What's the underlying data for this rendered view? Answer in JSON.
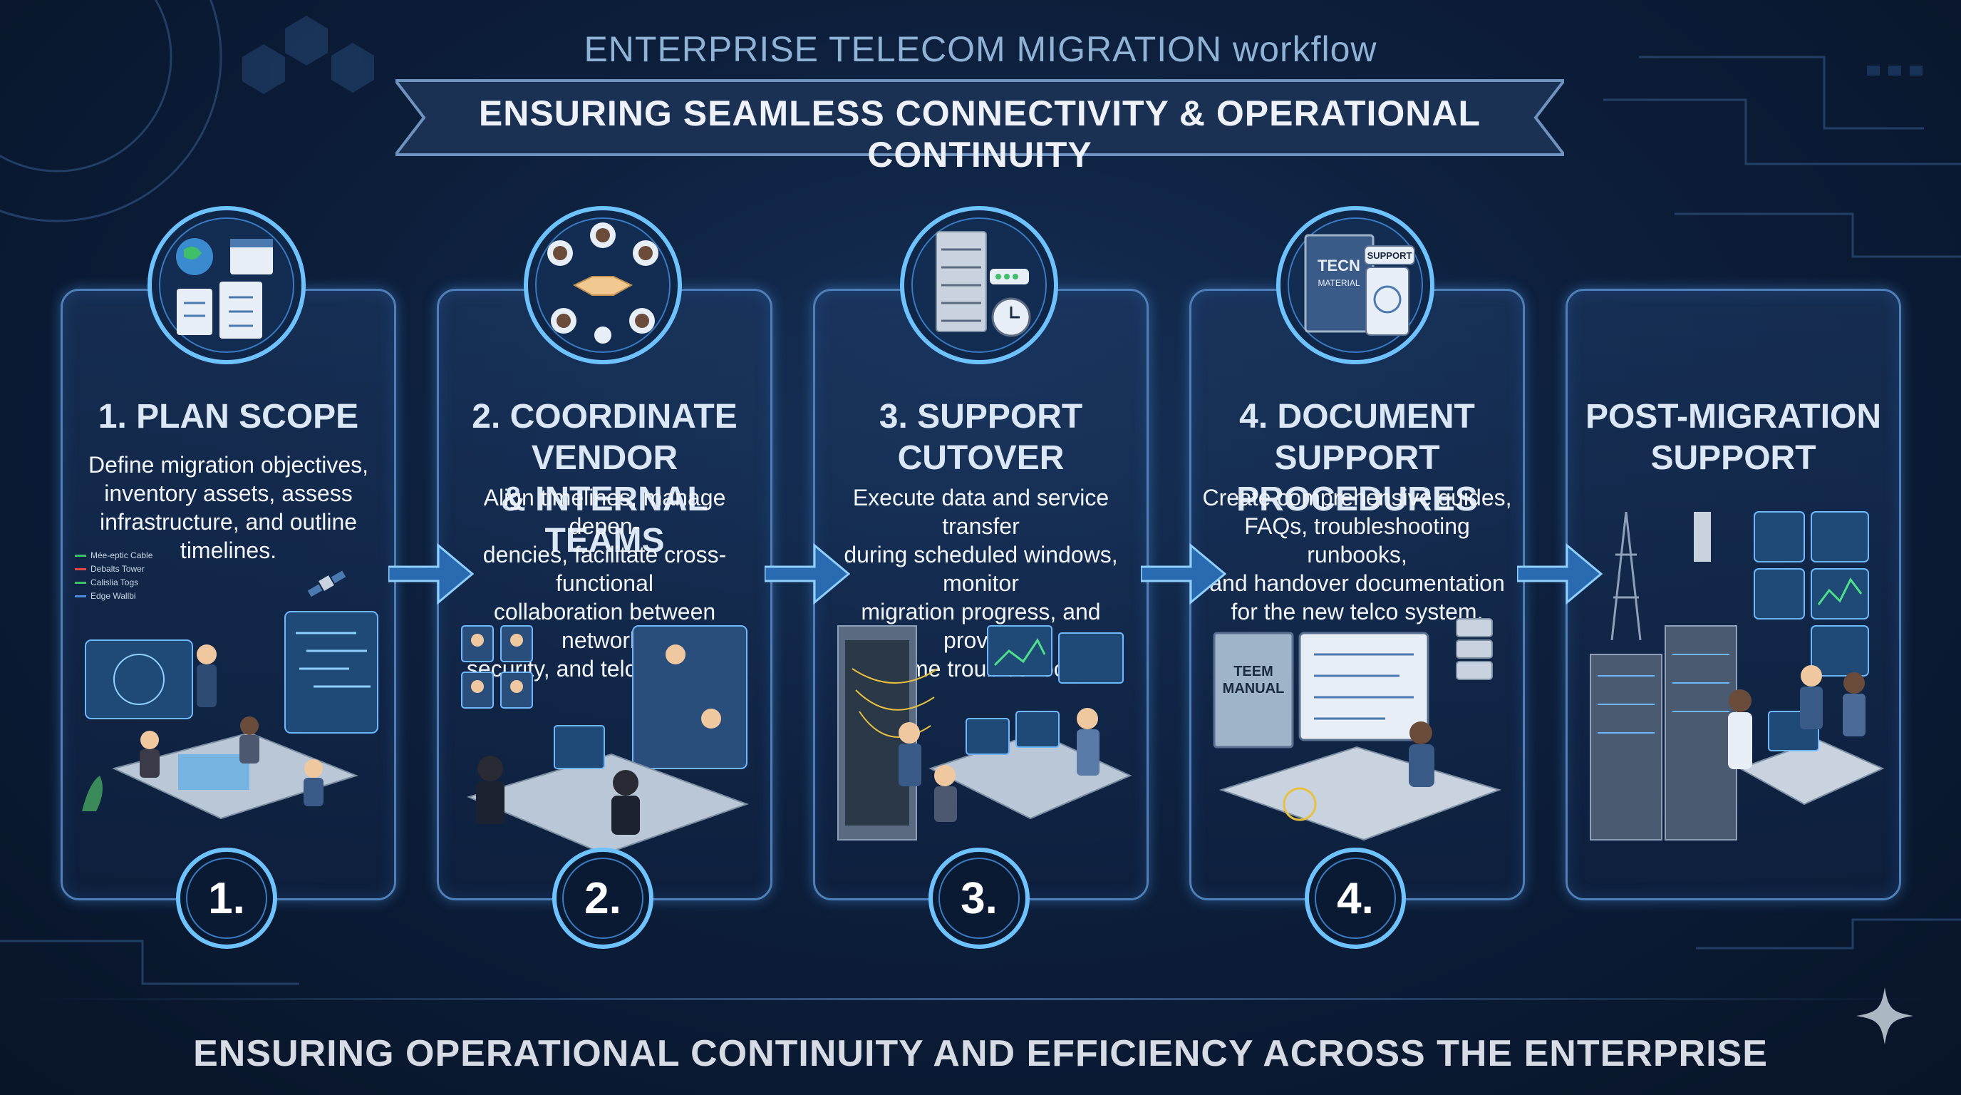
{
  "header": {
    "title": "ENTERPRISE TELECOM MIGRATION workflow",
    "banner": "ENSURING SEAMLESS CONNECTIVITY & OPERATIONAL CONTINUITY"
  },
  "steps": [
    {
      "title_lines": [
        "1. PLAN SCOPE"
      ],
      "description_lines": [
        "Define migration objectives,",
        "inventory assets, assess",
        "infrastructure, and outline",
        "timelines."
      ],
      "number": "1.",
      "icon": "planning-icon",
      "legend": [
        "Mée-eptic Cable",
        "Debalts Tower",
        "Calislia Togs",
        "Edge Wallbi"
      ]
    },
    {
      "title_lines": [
        "2. COORDINATE VENDOR",
        "& INTERNAL TEAMS"
      ],
      "description_lines": [
        "Align timelines, manage depen-",
        "dencies, facilitate cross-functional",
        "collaboration between network,",
        "security, and telco vendors."
      ],
      "number": "2.",
      "icon": "handshake-team-icon"
    },
    {
      "title_lines": [
        "3. SUPPORT",
        "CUTOVER"
      ],
      "description_lines": [
        "Execute data and service transfer",
        "during scheduled windows, monitor",
        "migration progress, and provide",
        "real-time troubleshooting."
      ],
      "number": "3.",
      "icon": "server-clock-icon"
    },
    {
      "title_lines": [
        "4. DOCUMENT",
        "SUPPORT PROCEDURES"
      ],
      "description_lines": [
        "Create comprehensive guides,",
        "FAQs, troubleshooting runbooks,",
        "and handover documentation",
        "for the new telco system."
      ],
      "number": "4.",
      "icon": "manual-support-icon",
      "book_label": "TECN\nMATERIAL",
      "support_label": "SUPPORT",
      "manual_label": "TEEM\nMANUAL"
    },
    {
      "title_lines": [
        "POST-MIGRATION",
        "SUPPORT"
      ],
      "description_lines": [],
      "icon": "operations-center-icon"
    }
  ],
  "footer": {
    "text": "ENSURING OPERATIONAL CONTINUITY AND EFFICIENCY ACROSS THE ENTERPRISE"
  },
  "colors": {
    "background": "#0d1f3c",
    "card_border": "#4f7fb8",
    "accent_glow": "#6ec3ff",
    "title_text": "#dce7f5"
  }
}
